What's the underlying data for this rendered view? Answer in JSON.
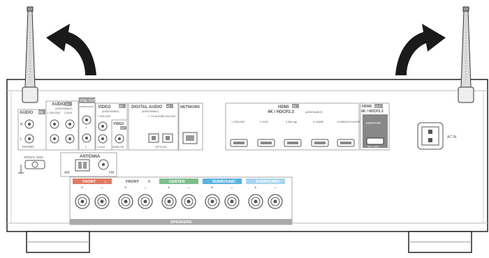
{
  "audio_in": {
    "title": "AUDIO",
    "badge": "IN",
    "label_r": "R",
    "label_l": "L",
    "phono": "PHONO"
  },
  "signal_gnd": {
    "label": "SIGNAL GND"
  },
  "audio_group": {
    "title": "AUDIO",
    "badge": "IN",
    "sub": "(ASSIGNABLE)",
    "port1": "1 CBL/SAT",
    "port2": "2 AUX"
  },
  "pre_out": {
    "title": "PRE OUT",
    "sub1": "SUBWOOFER",
    "port1": "1",
    "port2": "2"
  },
  "video": {
    "title": "VIDEO",
    "badge": "IN",
    "sub": "(ASSIGNABLE)",
    "port1": "1 CBL/SAT",
    "port2": "2 AUX",
    "out_title": "VIDEO",
    "out_badge": "OUT",
    "monitor": "MONITOR"
  },
  "digital_audio": {
    "title": "DIGITAL AUDIO",
    "badge": "IN",
    "sub": "(ASSIGNABLE)",
    "opt1": "1 TV AUDIO",
    "opt2": "2 CBL/SAT",
    "optical": "OPTICAL"
  },
  "network": {
    "title": "NETWORK"
  },
  "hdmi_in": {
    "title": "HDMI",
    "badge": "IN",
    "sub": "4K / HDCP2.3",
    "sub_small": "(ASSIGNABLE)",
    "ports": [
      "1 CBL/SAT",
      "2 DVD",
      "3 Blu-ray",
      "4 GAME",
      "5 MEDIA PLAYER"
    ]
  },
  "hdmi_out": {
    "title": "HDMI",
    "badge": "OUT",
    "sub": "4K / HDCP2.3",
    "monitor": "MONITOR",
    "arc": "ARC / eARC"
  },
  "ac_in": {
    "label": "AC IN"
  },
  "antenna": {
    "title": "ANTENNA",
    "am": "AM",
    "fm": "FM"
  },
  "speakers": {
    "title": "SPEAKERS",
    "groups": [
      {
        "label": "FRONT",
        "side": "L",
        "color": "#e07a63"
      },
      {
        "label": "FRONT",
        "side": "R",
        "color": "none"
      },
      {
        "label": "CENTER",
        "side": "",
        "color": "#7cbf8c"
      },
      {
        "label": "SURROUND",
        "side": "L",
        "color": "#5ab2df"
      },
      {
        "label": "SURROUND",
        "side": "R",
        "color": "#a8d4ee"
      }
    ]
  }
}
